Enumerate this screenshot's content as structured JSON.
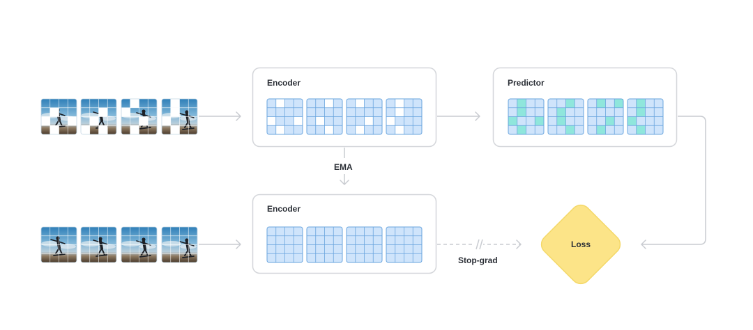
{
  "diagram": {
    "top_encoder": {
      "label": "Encoder"
    },
    "predictor": {
      "label": "Predictor"
    },
    "bottom_encoder": {
      "label": "Encoder"
    },
    "ema": {
      "label": "EMA"
    },
    "stop_grad": {
      "label": "Stop-grad"
    },
    "loss": {
      "label": "Loss"
    }
  },
  "colors": {
    "box_border": "#d4d6da",
    "arrow": "#c9ccd1",
    "cell_fill": "#cfe4fb",
    "cell_line": "#6aa5de",
    "masked_fill": "#ffffff",
    "predicted_fill": "#8fe6dc",
    "loss_fill": "#fce488",
    "loss_border": "#f4d868",
    "frame_grid": "#ffffff"
  },
  "grids": {
    "top_encoder_masks": [
      [
        [
          0,
          1
        ],
        [
          2,
          0
        ],
        [
          2,
          3
        ],
        [
          3,
          1
        ]
      ],
      [
        [
          0,
          2
        ],
        [
          2,
          1
        ],
        [
          3,
          2
        ]
      ],
      [
        [
          0,
          1
        ],
        [
          2,
          2
        ],
        [
          3,
          1
        ]
      ],
      [
        [
          0,
          1
        ],
        [
          1,
          1
        ],
        [
          2,
          0
        ],
        [
          3,
          1
        ]
      ]
    ],
    "predictor_highlights": [
      [
        [
          0,
          1
        ],
        [
          1,
          1
        ],
        [
          2,
          0
        ],
        [
          2,
          3
        ],
        [
          3,
          1
        ]
      ],
      [
        [
          0,
          2
        ],
        [
          1,
          1
        ],
        [
          2,
          1
        ],
        [
          3,
          2
        ]
      ],
      [
        [
          0,
          1
        ],
        [
          0,
          3
        ],
        [
          2,
          2
        ],
        [
          3,
          1
        ]
      ],
      [
        [
          0,
          1
        ],
        [
          1,
          1
        ],
        [
          2,
          0
        ],
        [
          3,
          1
        ]
      ]
    ],
    "masked_frames": [
      [
        [
          1,
          1
        ],
        [
          2,
          0
        ],
        [
          2,
          3
        ],
        [
          3,
          1
        ]
      ],
      [
        [
          1,
          2
        ],
        [
          2,
          1
        ],
        [
          3,
          2
        ],
        [
          3,
          0
        ]
      ],
      [
        [
          0,
          1
        ],
        [
          1,
          0
        ],
        [
          2,
          2
        ],
        [
          3,
          1
        ]
      ],
      [
        [
          0,
          1
        ],
        [
          1,
          1
        ],
        [
          2,
          0
        ],
        [
          3,
          1
        ]
      ]
    ]
  }
}
